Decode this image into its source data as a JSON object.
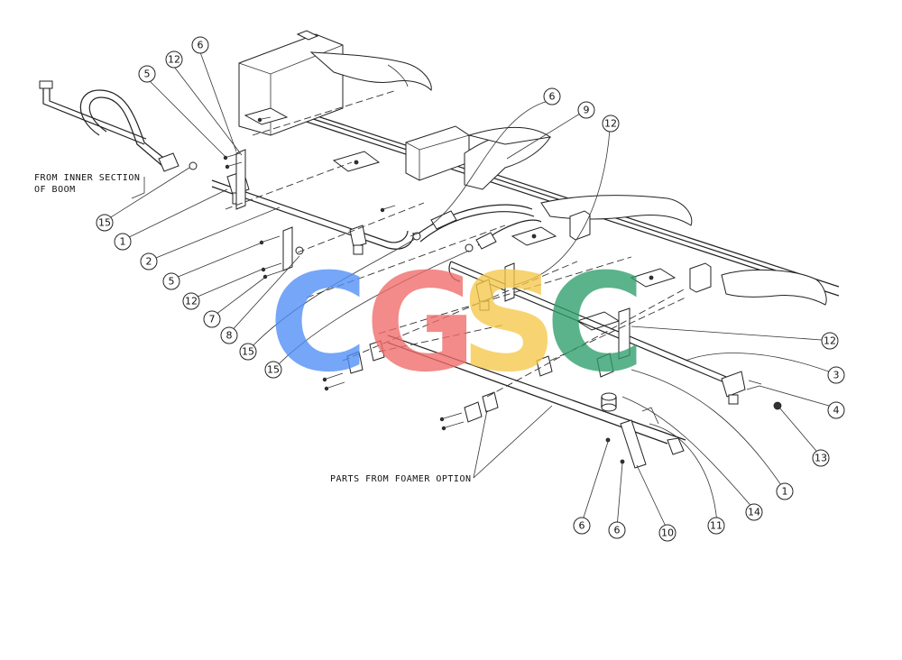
{
  "annotations": {
    "from_inner_line1": "FROM INNER SECTION",
    "from_inner_line2": "OF BOOM",
    "foamer": "PARTS FROM FOAMER OPTION"
  },
  "watermark": {
    "letters": [
      "C",
      "G",
      "S",
      "C"
    ],
    "colors": [
      "#4f8ef7",
      "#ef6b68",
      "#f6c94a",
      "#2e9e6b"
    ]
  },
  "callouts": [
    "6",
    "12",
    "5",
    "6",
    "9",
    "12",
    "15",
    "1",
    "2",
    "5",
    "12",
    "7",
    "8",
    "15",
    "15",
    "12",
    "3",
    "4",
    "13",
    "1",
    "14",
    "11",
    "10",
    "6",
    "6"
  ]
}
